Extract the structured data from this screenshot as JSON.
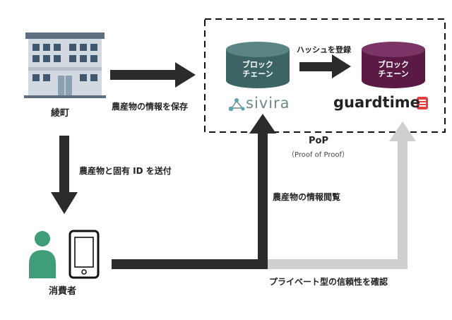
{
  "nodes": {
    "town": {
      "label": "綾町"
    },
    "consumer": {
      "label": "消費者"
    },
    "blockchain_sivira": {
      "label": "ブロック\nチェーン",
      "line1": "ブロック",
      "line2": "チェーン",
      "brand": "sivira"
    },
    "blockchain_guardtime": {
      "label": "ブロック\nチェーン",
      "line1": "ブロック",
      "line2": "チェーン",
      "brand": "guardtime"
    }
  },
  "arrows": {
    "save_info": "農産物の情報を保存",
    "send_id": "農産物と固有 ID を送付",
    "register_hash": "ハッシュを登録",
    "browse_info": "農産物の情報閲覧",
    "verify_private": "プライベート型の信頼性を確認"
  },
  "pop": {
    "title": "PoP",
    "subtitle": "（Proof of Proof）"
  },
  "colors": {
    "arrow_dark": "#2b2b2b",
    "arrow_gray": "#cfcfcf",
    "cylinder_teal": "#3d6464",
    "cylinder_purple": "#5a1a45",
    "person_green": "#3f9e77",
    "guardtime_red": "#e24040"
  }
}
